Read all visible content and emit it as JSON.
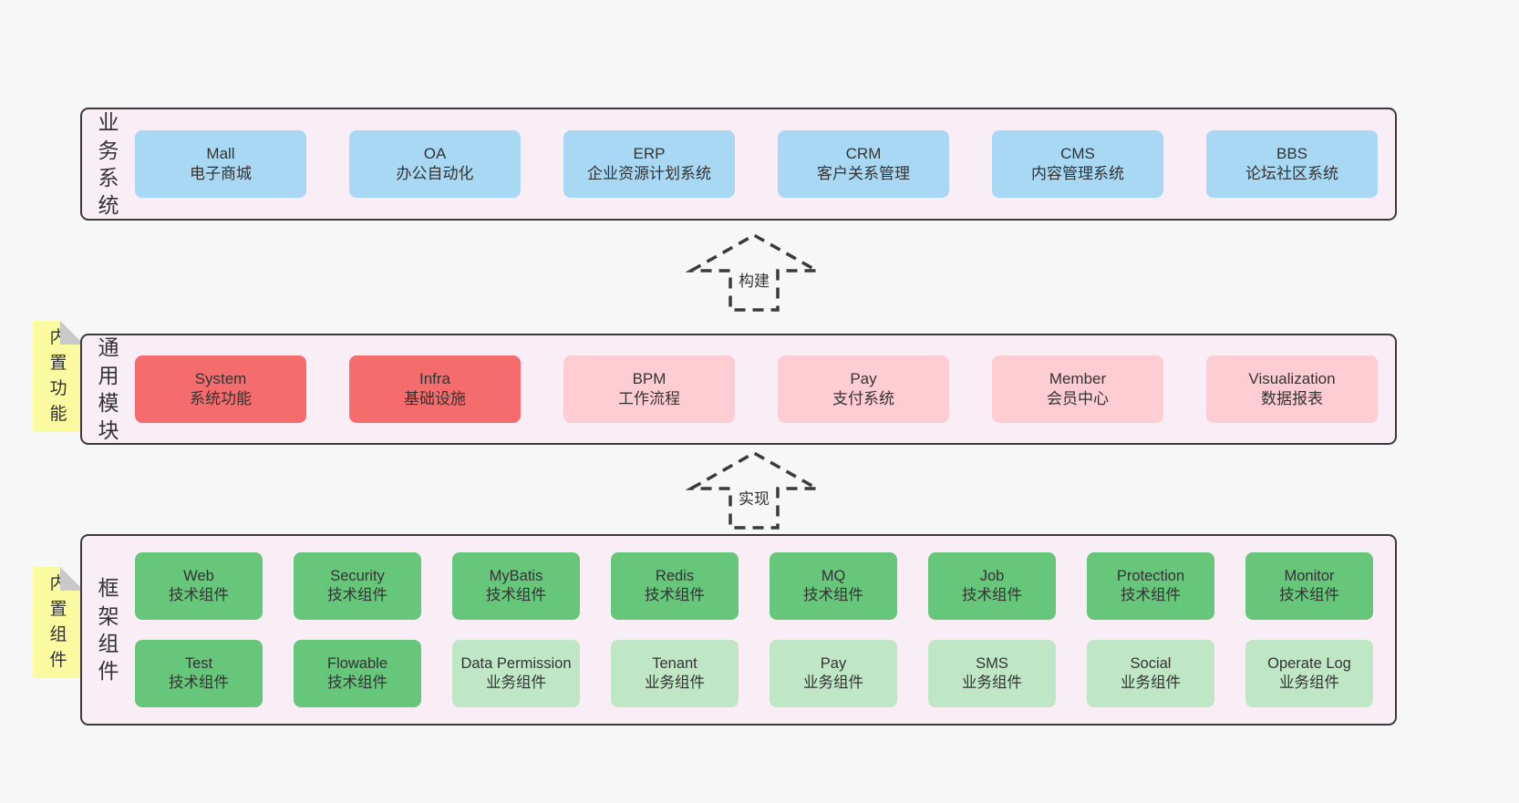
{
  "colors": {
    "page_bg": "#f7f7f7",
    "band_bg": "#f9edf6",
    "band_border": "#3a3a3a",
    "blue": "#a8d8f4",
    "red": "#f56c6c",
    "pink": "#fecdd4",
    "green": "#66c67a",
    "light_green": "#bfe7c5",
    "yellow": "#fafaa0",
    "text": "#333333"
  },
  "arrows": [
    {
      "label": "构建"
    },
    {
      "label": "实现"
    }
  ],
  "bands": [
    {
      "label": "业务系统",
      "note": "",
      "rows": [
        [
          {
            "en": "Mall",
            "zh": "电子商城",
            "color": "blue"
          },
          {
            "en": "OA",
            "zh": "办公自动化",
            "color": "blue"
          },
          {
            "en": "ERP",
            "zh": "企业资源计划系统",
            "color": "blue"
          },
          {
            "en": "CRM",
            "zh": "客户关系管理",
            "color": "blue"
          },
          {
            "en": "CMS",
            "zh": "内容管理系统",
            "color": "blue"
          },
          {
            "en": "BBS",
            "zh": "论坛社区系统",
            "color": "blue"
          }
        ]
      ]
    },
    {
      "label": "通用模块",
      "note": "内置功能",
      "rows": [
        [
          {
            "en": "System",
            "zh": "系统功能",
            "color": "red"
          },
          {
            "en": "Infra",
            "zh": "基础设施",
            "color": "red"
          },
          {
            "en": "BPM",
            "zh": "工作流程",
            "color": "pink"
          },
          {
            "en": "Pay",
            "zh": "支付系统",
            "color": "pink"
          },
          {
            "en": "Member",
            "zh": "会员中心",
            "color": "pink"
          },
          {
            "en": "Visualization",
            "zh": "数据报表",
            "color": "pink"
          }
        ]
      ]
    },
    {
      "label": "框架组件",
      "note": "内置组件",
      "rows": [
        [
          {
            "en": "Web",
            "zh": "技术组件",
            "color": "green"
          },
          {
            "en": "Security",
            "zh": "技术组件",
            "color": "green"
          },
          {
            "en": "MyBatis",
            "zh": "技术组件",
            "color": "green"
          },
          {
            "en": "Redis",
            "zh": "技术组件",
            "color": "green"
          },
          {
            "en": "MQ",
            "zh": "技术组件",
            "color": "green"
          },
          {
            "en": "Job",
            "zh": "技术组件",
            "color": "green"
          },
          {
            "en": "Protection",
            "zh": "技术组件",
            "color": "green"
          },
          {
            "en": "Monitor",
            "zh": "技术组件",
            "color": "green"
          }
        ],
        [
          {
            "en": "Test",
            "zh": "技术组件",
            "color": "green"
          },
          {
            "en": "Flowable",
            "zh": "技术组件",
            "color": "green"
          },
          {
            "en": "Data Permission",
            "zh": "业务组件",
            "color": "light_green"
          },
          {
            "en": "Tenant",
            "zh": "业务组件",
            "color": "light_green"
          },
          {
            "en": "Pay",
            "zh": "业务组件",
            "color": "light_green"
          },
          {
            "en": "SMS",
            "zh": "业务组件",
            "color": "light_green"
          },
          {
            "en": "Social",
            "zh": "业务组件",
            "color": "light_green"
          },
          {
            "en": "Operate Log",
            "zh": "业务组件",
            "color": "light_green"
          }
        ]
      ]
    }
  ]
}
